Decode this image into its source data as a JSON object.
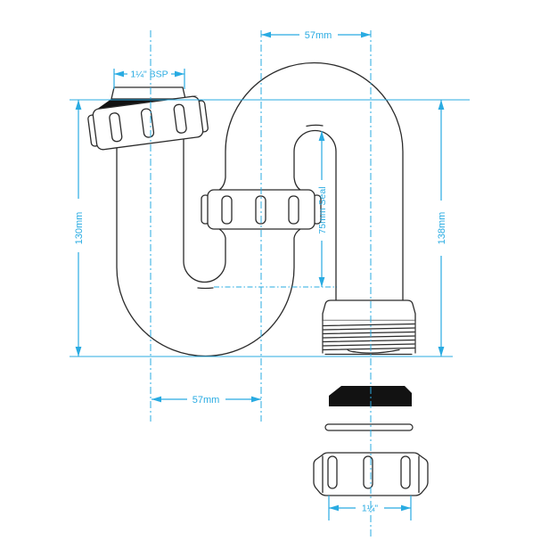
{
  "drawing": {
    "dimensions": {
      "top_width": "57mm",
      "inlet_thread": "1¼\" BSP",
      "left_height": "130mm",
      "seal_depth": "75mm Seal",
      "right_height": "138mm",
      "bottom_width": "57mm",
      "outlet_size": "1¼\""
    },
    "colors": {
      "dimension": "#29abe2",
      "outline": "#2b2b2b",
      "solid_black": "#121212",
      "background": "#ffffff"
    }
  }
}
